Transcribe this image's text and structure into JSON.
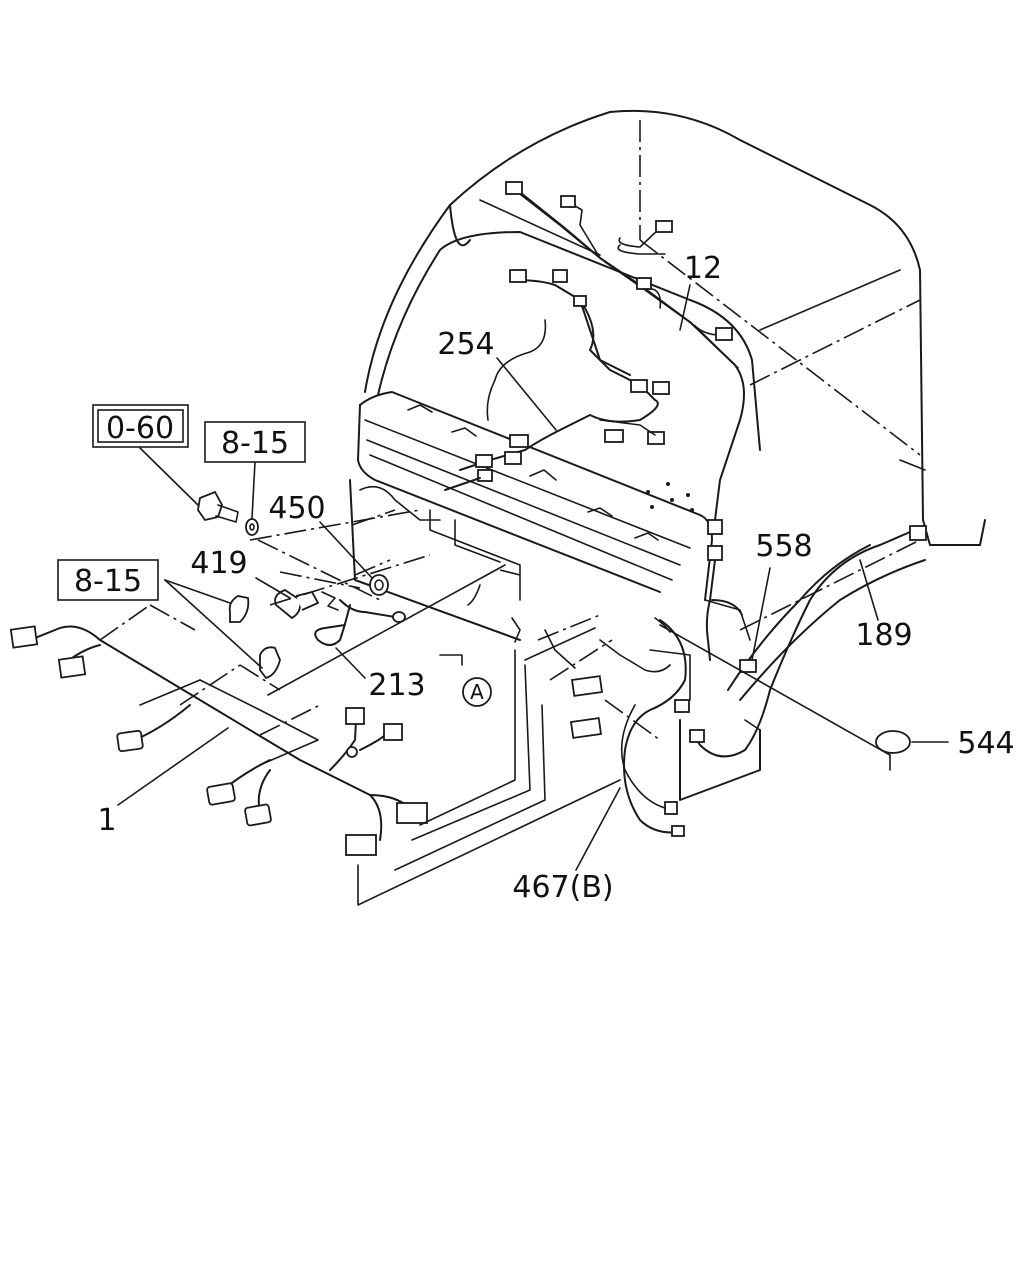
{
  "callouts": {
    "c12": "12",
    "c254": "254",
    "c450": "450",
    "c419": "419",
    "c213": "213",
    "c1": "1",
    "c558": "558",
    "c189": "189",
    "c544": "544",
    "c467": "467(B)"
  },
  "ref_boxes": {
    "r060": "0-60",
    "r815a": "8-15",
    "r815b": "8-15"
  },
  "circled": {
    "a": "A"
  }
}
